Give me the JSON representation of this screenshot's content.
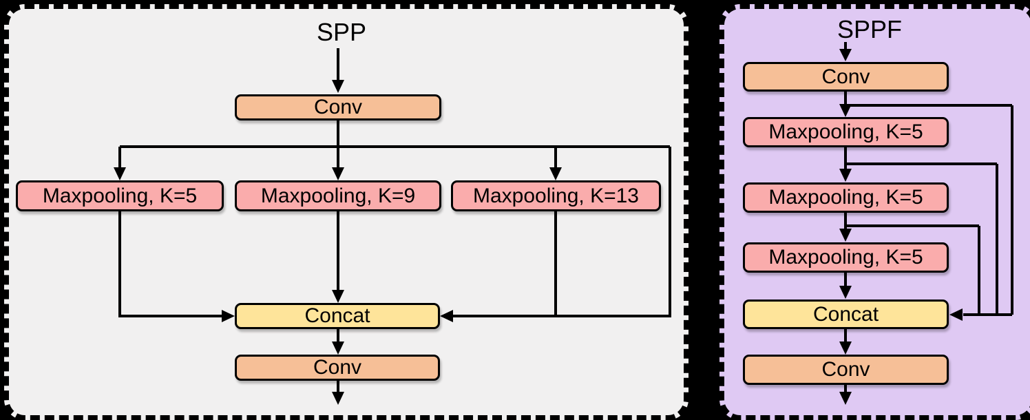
{
  "colors": {
    "page_bg": "#000000",
    "panel_left_bg": "#F1F0F0",
    "panel_right_bg": "#DFC9F3",
    "conv_fill": "#F6BF97",
    "maxpool_fill": "#FAACAC",
    "concat_fill": "#FEE49A",
    "line": "#000000"
  },
  "left_panel": {
    "title": "SPP",
    "nodes": {
      "conv_top": "Conv",
      "maxpool_k5": "Maxpooling, K=5",
      "maxpool_k9": "Maxpooling, K=9",
      "maxpool_k13": "Maxpooling, K=13",
      "concat": "Concat",
      "conv_bottom": "Conv"
    }
  },
  "right_panel": {
    "title": "SPPF",
    "nodes": {
      "conv_top": "Conv",
      "maxpool_1": "Maxpooling, K=5",
      "maxpool_2": "Maxpooling, K=5",
      "maxpool_3": "Maxpooling, K=5",
      "concat": "Concat",
      "conv_bottom": "Conv"
    }
  }
}
